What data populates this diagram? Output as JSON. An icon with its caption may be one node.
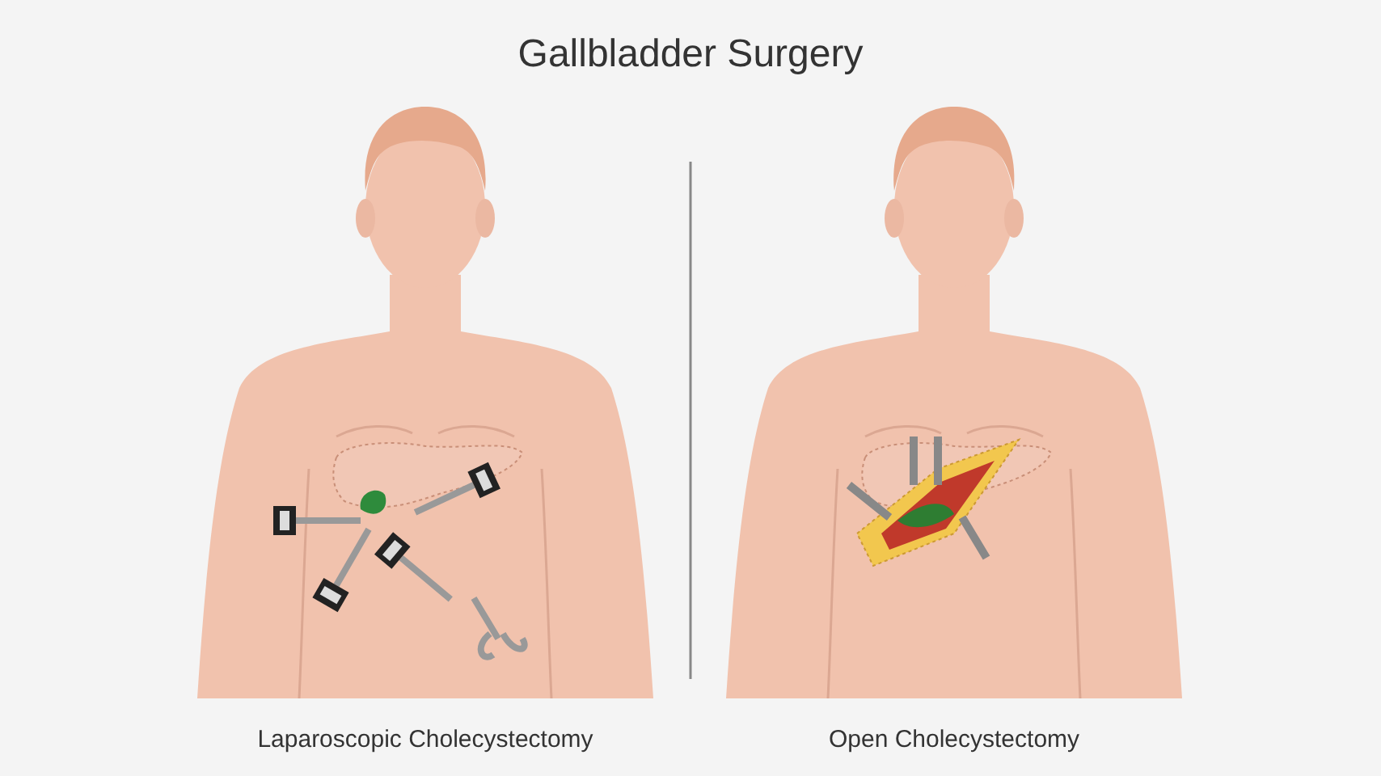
{
  "diagram": {
    "title": "Gallbladder Surgery",
    "labels": [
      "Laparoscopic Cholecystectomy",
      "Open Cholecystectomy"
    ]
  }
}
